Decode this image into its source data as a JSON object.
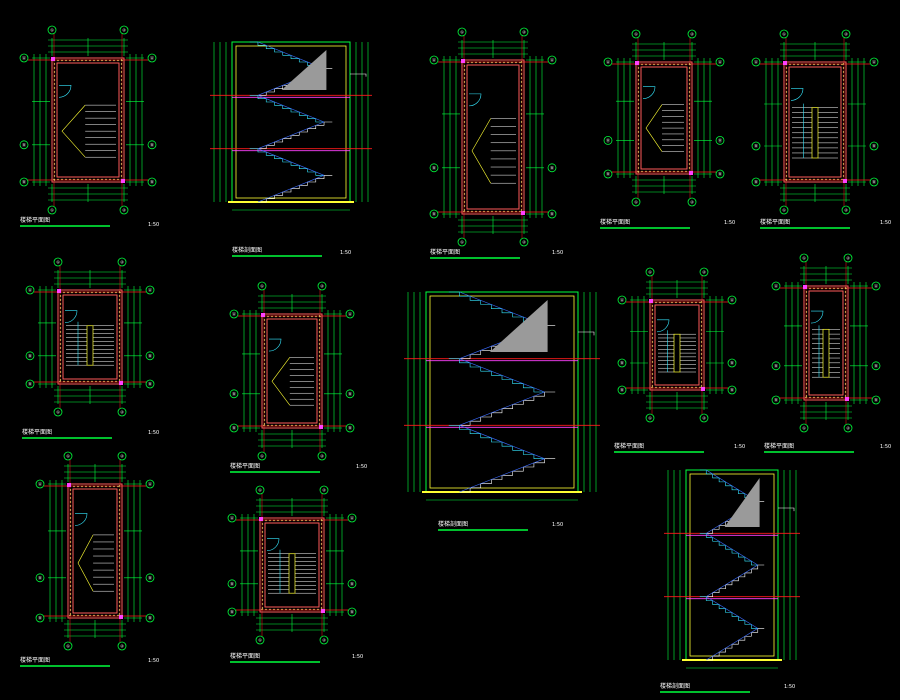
{
  "sheet": {
    "background": "#000000",
    "colors": {
      "wall": "#ff5a5a",
      "hatch": "#ffd86a",
      "dimension": "#00ff3c",
      "axis": "#ff1a1a",
      "stair": "#ffffff",
      "cyan": "#35e8ff",
      "yellow": "#ffff33",
      "blue": "#3a6bff",
      "magenta": "#ff40ff"
    }
  },
  "drawings": [
    {
      "id": "p1",
      "kind": "plan",
      "caption": "楼梯平面图",
      "scale": "1:50",
      "stair": "single",
      "grid": [
        "①",
        "②",
        "Ⓐ",
        "Ⓑ"
      ]
    },
    {
      "id": "s1",
      "kind": "section",
      "caption": "楼梯剖面图",
      "scale": "1:50"
    },
    {
      "id": "p2",
      "kind": "plan",
      "caption": "楼梯平面图",
      "scale": "1:50",
      "stair": "single",
      "grid": [
        "①",
        "②",
        "Ⓐ",
        "Ⓑ"
      ]
    },
    {
      "id": "p3",
      "kind": "plan",
      "caption": "楼梯平面图",
      "scale": "1:50",
      "stair": "single",
      "grid": [
        "①",
        "②",
        "Ⓐ",
        "Ⓑ"
      ]
    },
    {
      "id": "p4",
      "kind": "plan",
      "caption": "楼梯平面图",
      "scale": "1:50",
      "stair": "double",
      "grid": [
        "①",
        "②",
        "Ⓐ",
        "Ⓑ"
      ]
    },
    {
      "id": "p5",
      "kind": "plan",
      "caption": "楼梯平面图",
      "scale": "1:50",
      "stair": "double",
      "grid": [
        "①",
        "②",
        "Ⓐ",
        "Ⓑ"
      ]
    },
    {
      "id": "p6",
      "kind": "plan",
      "caption": "楼梯平面图",
      "scale": "1:50",
      "stair": "single",
      "grid": [
        "①",
        "②",
        "Ⓐ",
        "Ⓑ"
      ]
    },
    {
      "id": "s2",
      "kind": "section",
      "caption": "楼梯剖面图",
      "scale": "1:50"
    },
    {
      "id": "p7",
      "kind": "plan",
      "caption": "楼梯平面图",
      "scale": "1:50",
      "stair": "double",
      "grid": [
        "①",
        "②",
        "Ⓐ",
        "Ⓑ"
      ]
    },
    {
      "id": "p8",
      "kind": "plan",
      "caption": "楼梯平面图",
      "scale": "1:50",
      "stair": "double",
      "grid": [
        "①",
        "②",
        "Ⓐ",
        "Ⓑ"
      ]
    },
    {
      "id": "p9",
      "kind": "plan",
      "caption": "楼梯平面图",
      "scale": "1:50",
      "stair": "single",
      "grid": [
        "①",
        "②",
        "Ⓐ",
        "Ⓑ"
      ]
    },
    {
      "id": "p10",
      "kind": "plan",
      "caption": "楼梯平面图",
      "scale": "1:50",
      "stair": "double",
      "grid": [
        "①",
        "②",
        "Ⓐ",
        "Ⓑ"
      ]
    },
    {
      "id": "s3",
      "kind": "section",
      "caption": "楼梯剖面图",
      "scale": "1:50"
    }
  ]
}
